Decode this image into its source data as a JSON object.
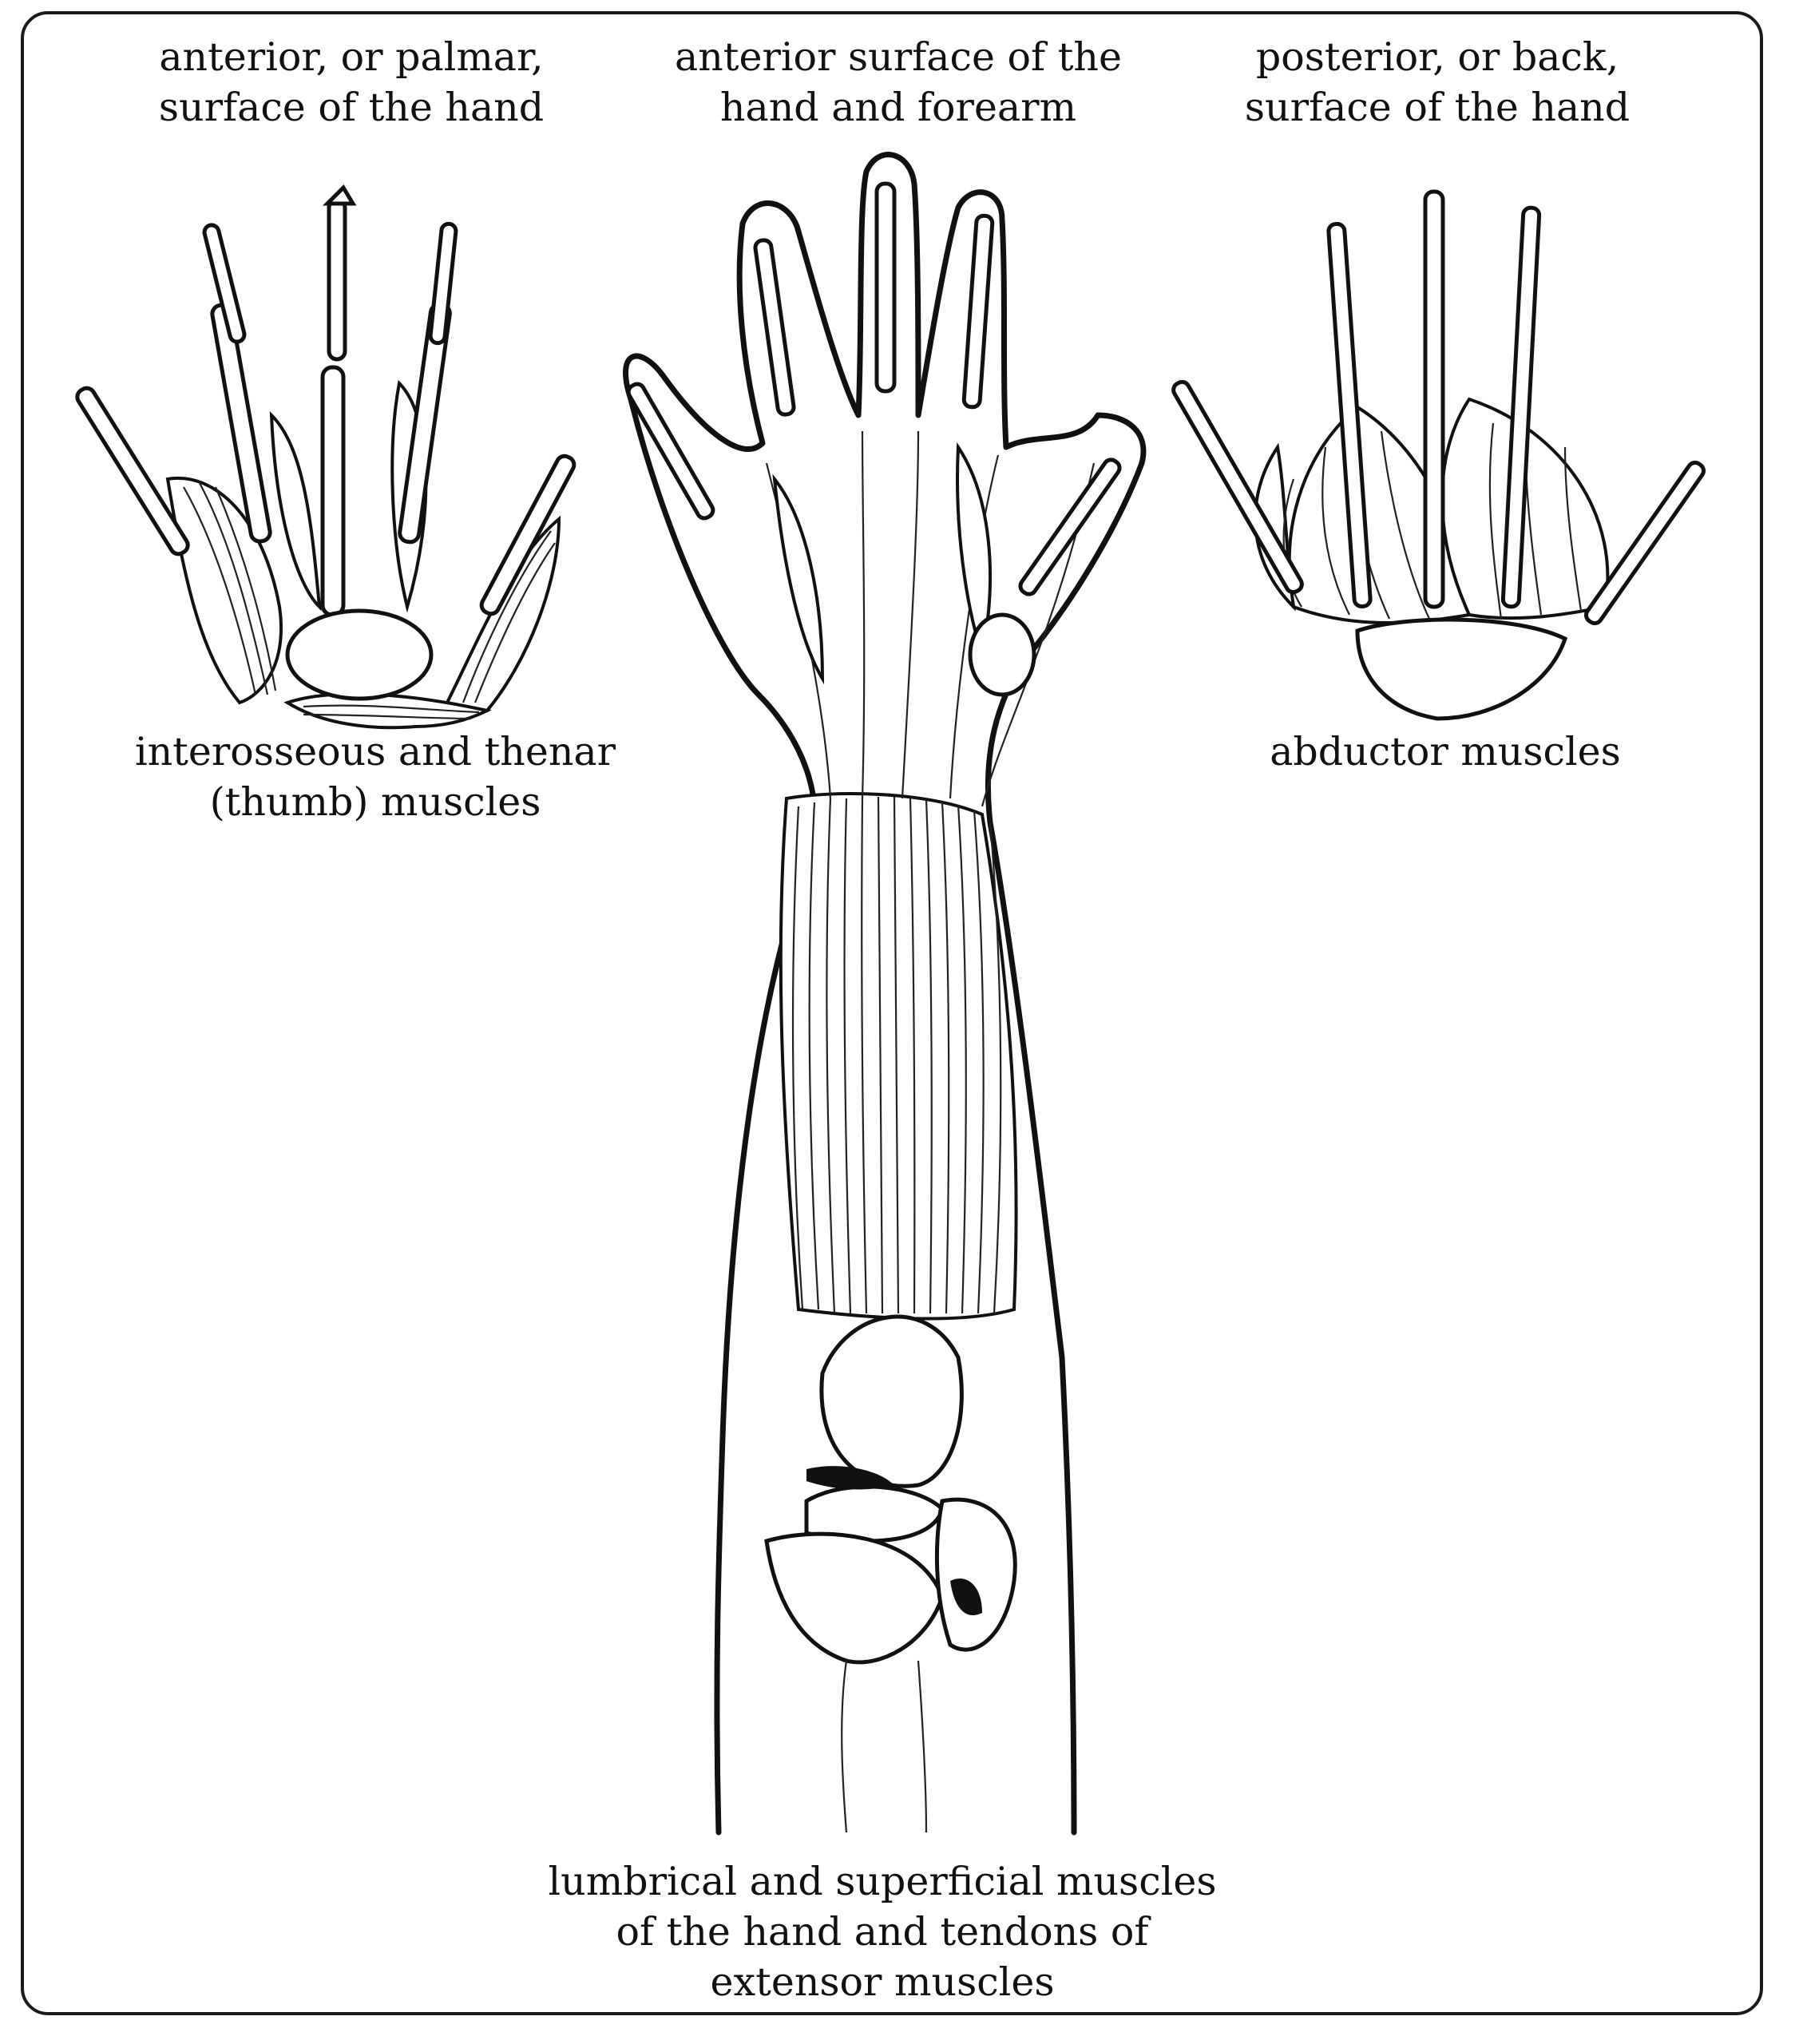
{
  "captions": {
    "top_left": [
      "anterior, or palmar,",
      "surface of the hand"
    ],
    "top_center": [
      "anterior surface of the",
      "hand and forearm"
    ],
    "top_right": [
      "posterior, or back,",
      "surface of the hand"
    ],
    "mid_left": [
      "interosseous and thenar",
      "(thumb) muscles"
    ],
    "mid_right": [
      "abductor muscles"
    ],
    "bottom": [
      "lumbrical and superficial muscles",
      "of the hand and tendons of",
      "extensor muscles"
    ]
  },
  "colors": {
    "ink": "#111111",
    "paper": "#ffffff"
  }
}
